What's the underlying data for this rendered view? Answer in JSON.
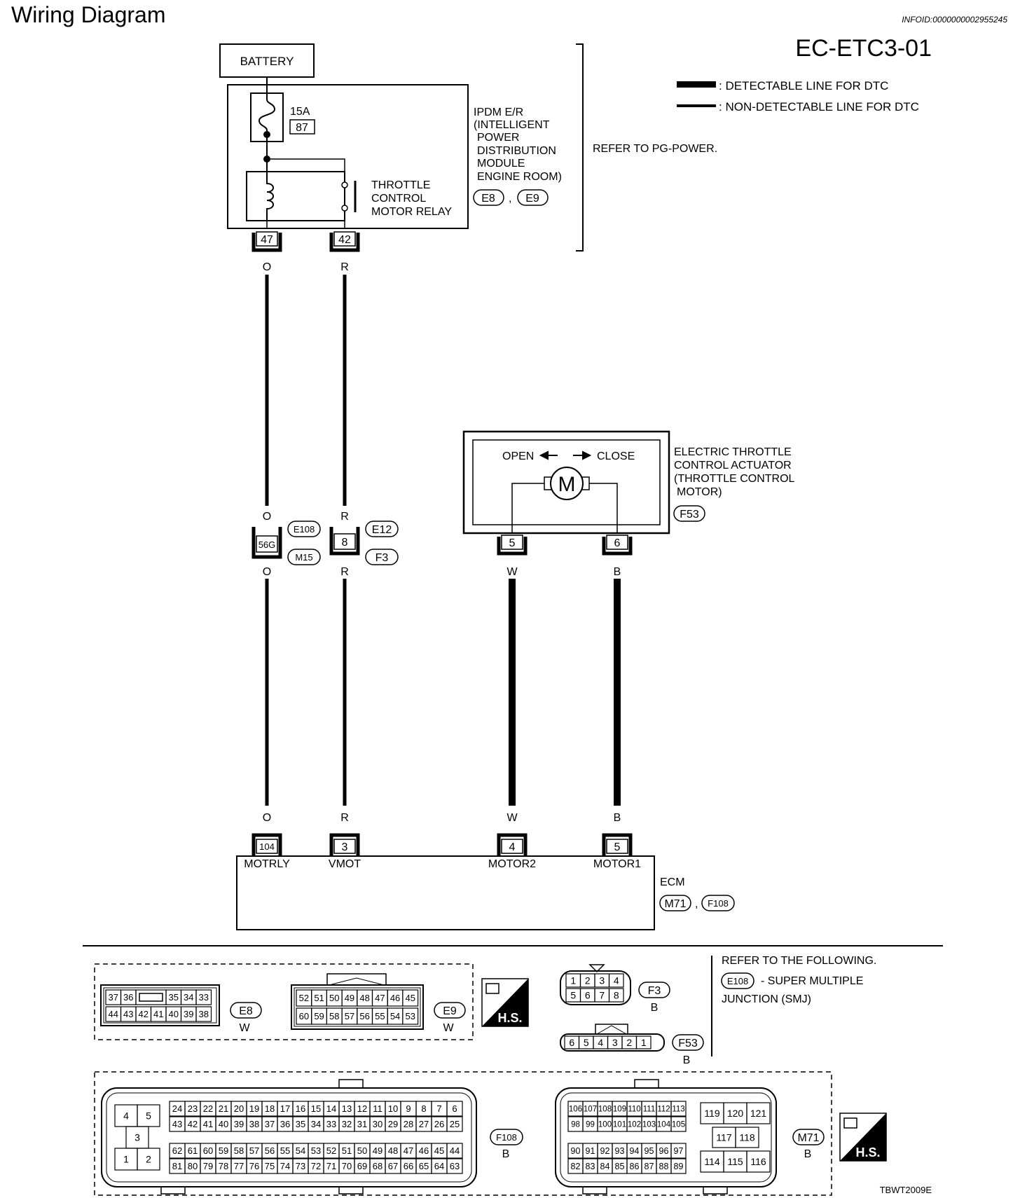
{
  "header": {
    "title": "Wiring Diagram",
    "info_id": "INFOID:0000000002955245",
    "diagram_code": "EC-ETC3-01"
  },
  "legend": {
    "detectable": ": DETECTABLE LINE FOR DTC",
    "non_detectable": ": NON-DETECTABLE LINE FOR DTC"
  },
  "battery": {
    "label": "BATTERY"
  },
  "ipdm": {
    "fuse_rating": "15A",
    "fuse_number": "87",
    "lines": [
      "IPDM E/R",
      "(INTELLIGENT",
      "POWER",
      "DISTRIBUTION",
      "MODULE",
      "ENGINE ROOM)"
    ],
    "connector_a": "E8",
    "connector_sep": ",",
    "connector_b": "E9",
    "relay_lines": [
      "THROTTLE",
      "CONTROL",
      "MOTOR RELAY"
    ],
    "terminal_a": "47",
    "terminal_b": "42",
    "refer": "REFER TO PG-POWER."
  },
  "actuator": {
    "open_label": "OPEN",
    "close_label": "CLOSE",
    "motor_symbol": "M",
    "lines": [
      "ELECTRIC THROTTLE",
      "CONTROL ACTUATOR",
      "(THROTTLE CONTROL",
      "MOTOR)"
    ],
    "connector": "F53",
    "terminal_a": "5",
    "terminal_b": "6"
  },
  "wires": {
    "w1_color": "O",
    "w2_color": "R",
    "w3_color": "W",
    "w4_color": "B"
  },
  "junctions": {
    "j1_terminal": "56G",
    "j1_conn_top": "E108",
    "j1_conn_bottom": "M15",
    "j2_terminal": "8",
    "j2_conn_top": "E12",
    "j2_conn_bottom": "F3"
  },
  "ecm": {
    "label": "ECM",
    "connector_a": "M71",
    "connector_sep": ",",
    "connector_b": "F108",
    "pins": [
      {
        "number": "104",
        "name": "MOTRLY"
      },
      {
        "number": "3",
        "name": "VMOT"
      },
      {
        "number": "4",
        "name": "MOTOR2"
      },
      {
        "number": "5",
        "name": "MOTOR1"
      }
    ]
  },
  "connectors": {
    "e8": {
      "top_row": [
        "37",
        "36",
        "",
        "35",
        "34",
        "33"
      ],
      "bottom_row": [
        "44",
        "43",
        "42",
        "41",
        "40",
        "39",
        "38"
      ],
      "id": "E8",
      "color": "W"
    },
    "e9": {
      "top_row": [
        "52",
        "51",
        "50",
        "49",
        "48",
        "47",
        "46",
        "45"
      ],
      "bottom_row": [
        "60",
        "59",
        "58",
        "57",
        "56",
        "55",
        "54",
        "53"
      ],
      "id": "E9",
      "color": "W"
    },
    "hs_label": "H.S.",
    "f3": {
      "top_row": [
        "1",
        "2",
        "3",
        "4"
      ],
      "bottom_row": [
        "5",
        "6",
        "7",
        "8"
      ],
      "id": "F3",
      "color": "B"
    },
    "f53": {
      "row": [
        "6",
        "5",
        "4",
        "3",
        "2",
        "1"
      ],
      "id": "F53",
      "color": "B"
    },
    "refer": {
      "line1": "REFER TO THE FOLLOWING.",
      "conn": "E108",
      "line2": "- SUPER MULTIPLE",
      "line3": "JUNCTION (SMJ)"
    },
    "f108": {
      "left_block": [
        "4",
        "5",
        "3",
        "1",
        "2"
      ],
      "row1": [
        "24",
        "23",
        "22",
        "21",
        "20",
        "19",
        "18",
        "17",
        "16",
        "15",
        "14",
        "13",
        "12",
        "11",
        "10",
        "9",
        "8",
        "7",
        "6"
      ],
      "row2": [
        "43",
        "42",
        "41",
        "40",
        "39",
        "38",
        "37",
        "36",
        "35",
        "34",
        "33",
        "32",
        "31",
        "30",
        "29",
        "28",
        "27",
        "26",
        "25"
      ],
      "row3": [
        "62",
        "61",
        "60",
        "59",
        "58",
        "57",
        "56",
        "55",
        "54",
        "53",
        "52",
        "51",
        "50",
        "49",
        "48",
        "47",
        "46",
        "45",
        "44"
      ],
      "row4": [
        "81",
        "80",
        "79",
        "78",
        "77",
        "76",
        "75",
        "74",
        "73",
        "72",
        "71",
        "70",
        "69",
        "68",
        "67",
        "66",
        "65",
        "64",
        "63"
      ],
      "id": "F108",
      "color": "B"
    },
    "m71": {
      "row1": [
        "106",
        "107",
        "108",
        "109",
        "110",
        "111",
        "112",
        "113"
      ],
      "row2": [
        "98",
        "99",
        "100",
        "101",
        "102",
        "103",
        "104",
        "105"
      ],
      "row3": [
        "90",
        "91",
        "92",
        "93",
        "94",
        "95",
        "96",
        "97"
      ],
      "row4": [
        "82",
        "83",
        "84",
        "85",
        "86",
        "87",
        "88",
        "89"
      ],
      "right_top": [
        "119",
        "120",
        "121"
      ],
      "right_mid": [
        "117",
        "118"
      ],
      "right_bottom": [
        "114",
        "115",
        "116"
      ],
      "id": "M71",
      "color": "B"
    }
  },
  "footer": {
    "code": "TBWT2009E"
  }
}
